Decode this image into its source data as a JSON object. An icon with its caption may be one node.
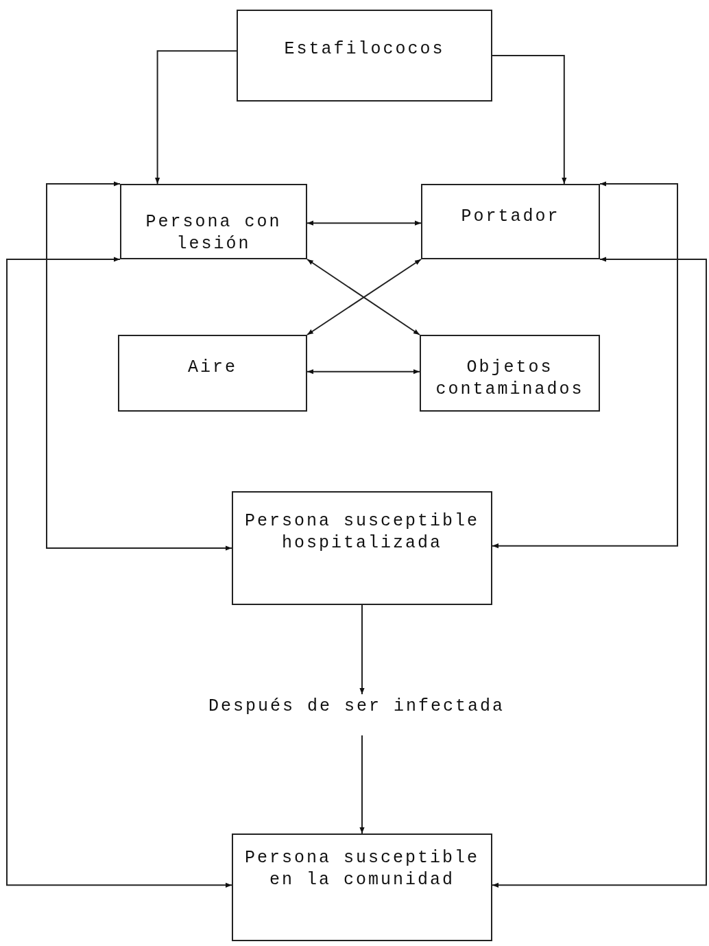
{
  "diagram": {
    "nodes": [
      {
        "text": [
          "Estafilococos"
        ]
      },
      {
        "text": [
          "Persona con lesión"
        ]
      },
      {
        "text": [
          "Portador"
        ]
      },
      {
        "text": [
          "Aire"
        ]
      },
      {
        "text": [
          "Objetos contaminados"
        ]
      },
      {
        "text": [
          "Persona susceptible hospitalizada"
        ]
      },
      {
        "text": [
          "Después de ser infectada"
        ]
      },
      {
        "text": [
          "Persona susceptible en la comunidad"
        ]
      }
    ],
    "edges": [
      {
        "from": 0,
        "to": 1,
        "arrow": "to"
      },
      {
        "from": 0,
        "to": 2,
        "arrow": "to"
      },
      {
        "from": 1,
        "to": 2,
        "arrow": "both"
      },
      {
        "from": 1,
        "to": 4,
        "arrow": "both"
      },
      {
        "from": 2,
        "to": 3,
        "arrow": "both"
      },
      {
        "from": 3,
        "to": 4,
        "arrow": "both"
      },
      {
        "from": 5,
        "to": 1,
        "arrow": "both"
      },
      {
        "from": 5,
        "to": 2,
        "arrow": "both"
      },
      {
        "from": 7,
        "to": 1,
        "arrow": "both"
      },
      {
        "from": 7,
        "to": 2,
        "arrow": "both"
      },
      {
        "from": 5,
        "to": 6,
        "arrow": "to"
      },
      {
        "from": 6,
        "to": 7,
        "arrow": "to"
      }
    ]
  }
}
